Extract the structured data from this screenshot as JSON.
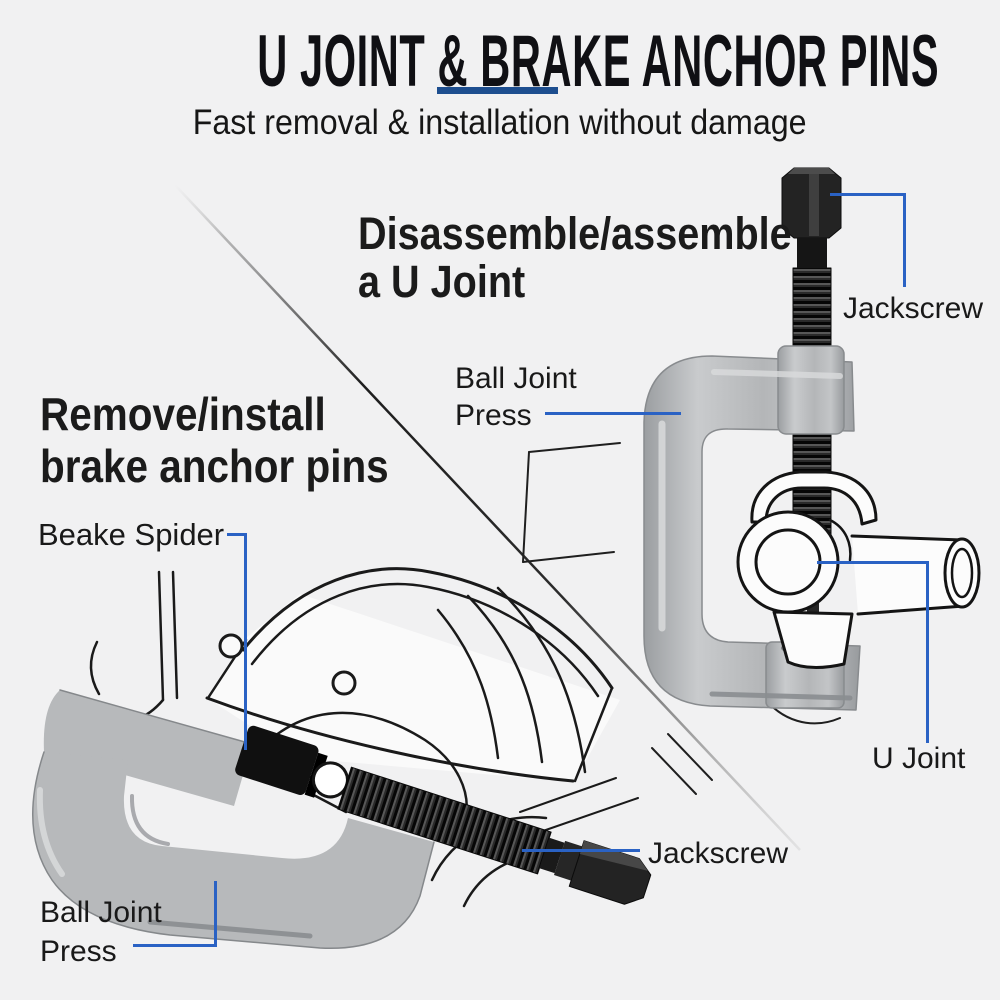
{
  "title": "U JOINT & BRAKE ANCHOR PINS",
  "subtitle": "Fast removal & installation without damage",
  "colors": {
    "background": "#f1f1f2",
    "title_underline": "#1d4e8f",
    "leader_line": "#2a62c4",
    "heading_text": "#1b1b1b",
    "metal_gray": "#b7b9bb",
    "screw_black": "#1e1e1e"
  },
  "u_joint_section": {
    "heading_lines": [
      "Disassemble/assemble",
      "a U Joint"
    ],
    "labels": {
      "jackscrew": "Jackscrew",
      "ball_joint_press_lines": [
        "Ball Joint",
        "Press"
      ],
      "u_joint": "U Joint"
    }
  },
  "brake_section": {
    "heading_lines": [
      "Remove/install",
      "brake anchor pins"
    ],
    "labels": {
      "brake_spider": "Beake Spider",
      "jackscrew": "Jackscrew",
      "ball_joint_press_lines": [
        "Ball Joint",
        "Press"
      ]
    }
  }
}
